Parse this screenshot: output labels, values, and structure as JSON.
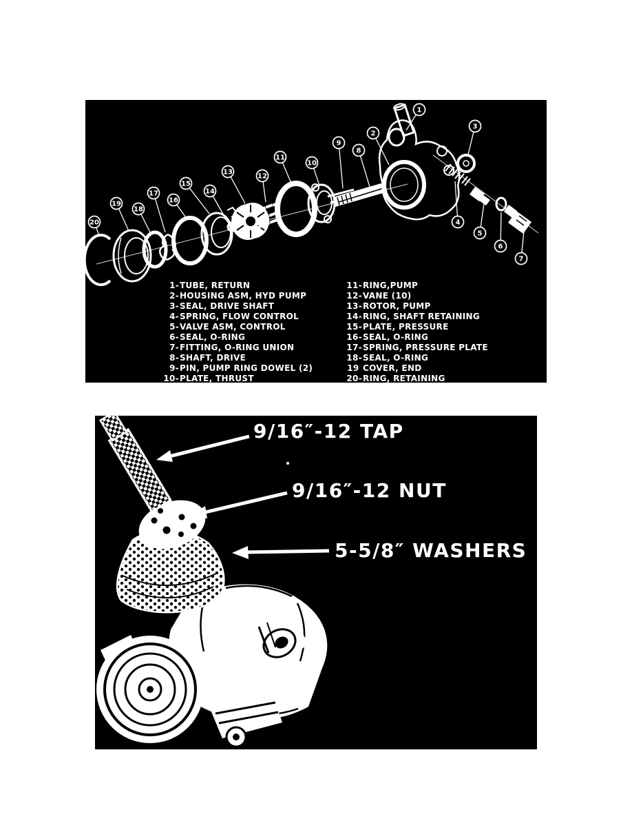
{
  "colors": {
    "page_background": "#ffffff",
    "panel_background": "#000000",
    "line_art": "#ffffff"
  },
  "figure1": {
    "callouts": [
      "1",
      "2",
      "3",
      "4",
      "5",
      "6",
      "7",
      "8",
      "9",
      "10",
      "11",
      "12",
      "13",
      "14",
      "15",
      "16",
      "17",
      "18",
      "19",
      "20"
    ],
    "parts_left": [
      {
        "num": "1-",
        "name": "TUBE, RETURN"
      },
      {
        "num": "2-",
        "name": "HOUSING ASM, HYD PUMP"
      },
      {
        "num": "3-",
        "name": "SEAL, DRIVE SHAFT"
      },
      {
        "num": "4-",
        "name": "SPRING, FLOW CONTROL"
      },
      {
        "num": "5-",
        "name": "VALVE ASM, CONTROL"
      },
      {
        "num": "6-",
        "name": "SEAL, O-RING"
      },
      {
        "num": "7-",
        "name": "FITTING, O-RING UNION"
      },
      {
        "num": "8-",
        "name": "SHAFT, DRIVE"
      },
      {
        "num": "9-",
        "name": "PIN, PUMP RING DOWEL (2)"
      },
      {
        "num": "10-",
        "name": "PLATE, THRUST"
      }
    ],
    "parts_right": [
      {
        "num": "11-",
        "name": "RING,PUMP"
      },
      {
        "num": "12-",
        "name": "VANE (10)"
      },
      {
        "num": "13-",
        "name": "ROTOR, PUMP"
      },
      {
        "num": "14-",
        "name": "RING, SHAFT RETAINING"
      },
      {
        "num": "15-",
        "name": "PLATE, PRESSURE"
      },
      {
        "num": "16-",
        "name": "SEAL, O-RING"
      },
      {
        "num": "17-",
        "name": "SPRING, PRESSURE PLATE"
      },
      {
        "num": "18-",
        "name": "SEAL, O-RING"
      },
      {
        "num": "19 ",
        "name": "COVER, END"
      },
      {
        "num": "20-",
        "name": "RING, RETAINING"
      }
    ]
  },
  "figure2": {
    "labels": {
      "tap": "9/16″-12 TAP",
      "nut": "9/16″-12 NUT",
      "washers": "5-5/8″ WASHERS"
    }
  }
}
